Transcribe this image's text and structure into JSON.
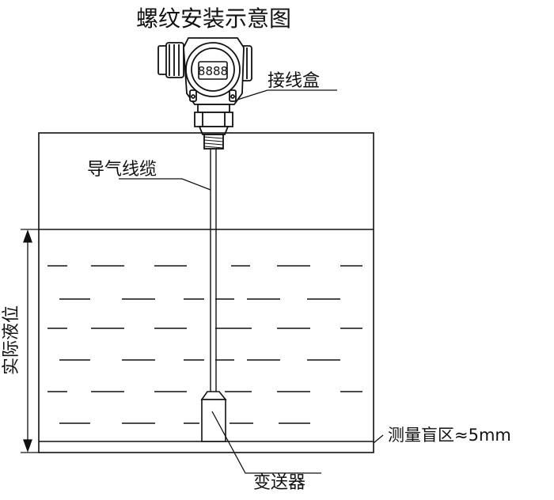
{
  "title": "螺纹安装示意图",
  "labels": {
    "junction_box": "接线盒",
    "vent_cable": "导气线缆",
    "actual_level": "实际液位",
    "blind_zone": "测量盲区≈5mm",
    "transmitter": "变送器"
  },
  "display": {
    "digits": "8888"
  },
  "colors": {
    "stroke": "#111111",
    "background": "#ffffff"
  }
}
